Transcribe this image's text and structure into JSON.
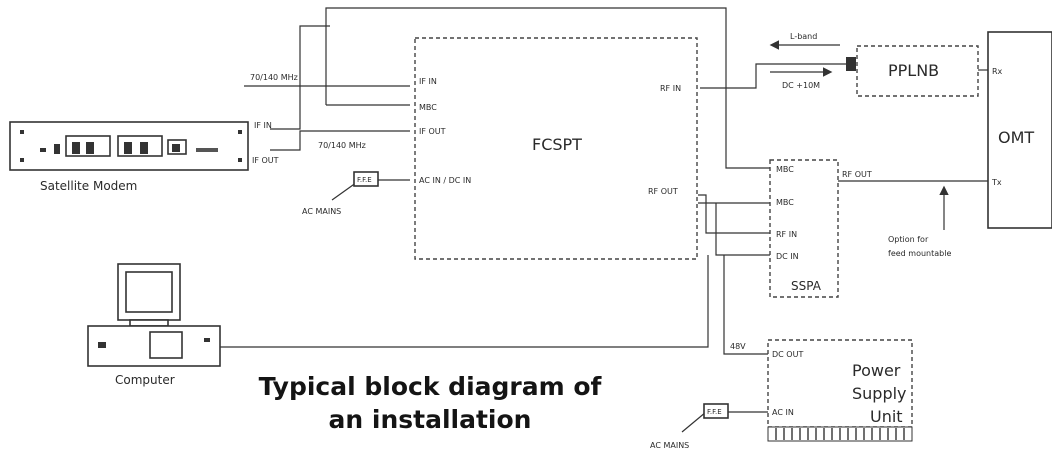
{
  "blocks": {
    "modem": "Satellite Modem",
    "fcspt": "FCSPT",
    "pplnb": "PPLNB",
    "omt": "OMT",
    "sspa": "SSPA",
    "computer": "Computer",
    "psu_line1": "Power",
    "psu_line2": "Supply",
    "psu_line3": "Unit"
  },
  "ports": {
    "fcspt_if_in": "IF IN",
    "fcspt_mbc": "MBC",
    "fcspt_if_out": "IF OUT",
    "fcspt_ac_dc_in": "AC IN / DC IN",
    "fcspt_rf_in": "RF IN",
    "fcspt_rf_out": "RF OUT",
    "modem_if_in": "IF IN",
    "modem_if_out": "IF OUT",
    "sspa_mbc_top": "MBC",
    "sspa_mbc": "MBC",
    "sspa_rf_in": "RF IN",
    "sspa_dc_in": "DC IN",
    "sspa_rf_out": "RF OUT",
    "omt_rx": "Rx",
    "omt_tx": "Tx",
    "psu_dc_out": "DC OUT",
    "psu_ac_in": "AC IN"
  },
  "labels": {
    "freq_top": "70/140 MHz",
    "freq_mid": "70/140 MHz",
    "lband": "L-band",
    "dc_10m": "DC +10M",
    "ac_mains_1": "AC MAINS",
    "ac_mains_2": "AC MAINS",
    "plug_1": "F.F.E",
    "plug_2": "F.F.E",
    "v48": "48V",
    "option_line1": "Option for",
    "option_line2": "feed mountable"
  },
  "caption": {
    "line1": "Typical block diagram of",
    "line2": "an installation"
  }
}
